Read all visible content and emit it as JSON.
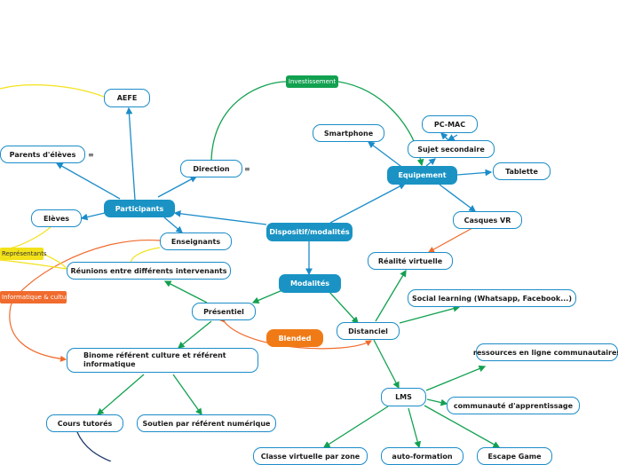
{
  "center": "Dispositif/modalités",
  "modalites": "Modalités",
  "participants": {
    "root": "Participants",
    "aefe": "AEFE",
    "direction": "Direction",
    "parents": "Parents d'élèves",
    "eleves": "Elèves",
    "enseignants": "Enseignants"
  },
  "equipement": {
    "root": "Equipement",
    "smartphone": "Smartphone",
    "pcmac": "PC-MAC",
    "sujet": "Sujet secondaire",
    "tablette": "Tablette",
    "casques": "Casques VR"
  },
  "investissement": "Investissement",
  "realite": "Réalité virtuelle",
  "presentiel": {
    "root": "Présentiel",
    "reunions": "Réunions entre différents intervenants",
    "binome": "Binome référent culture et référent informatique",
    "cours": "Cours tutorés",
    "soutien": "Soutien par référent numérique"
  },
  "blended": "Blended",
  "distanciel": {
    "root": "Distanciel",
    "social": "Social learning (Whatsapp, Facebook...)",
    "lms": "LMS",
    "ressources": "ressources en ligne communautaires",
    "communaute": "communauté d'apprentissage",
    "classe": "Classe virtuelle par zone",
    "auto": "auto-formation",
    "escape": "Escape Game"
  },
  "tags": {
    "representants": "Représentants",
    "informatique": "Informatique & culture"
  },
  "icons": {
    "menu": "≡"
  },
  "colors": {
    "blue": "#1b8cc9",
    "green": "#12a150",
    "orange": "#f06b2d",
    "yellow": "#f3e21a",
    "navy": "#1f3a6b"
  }
}
